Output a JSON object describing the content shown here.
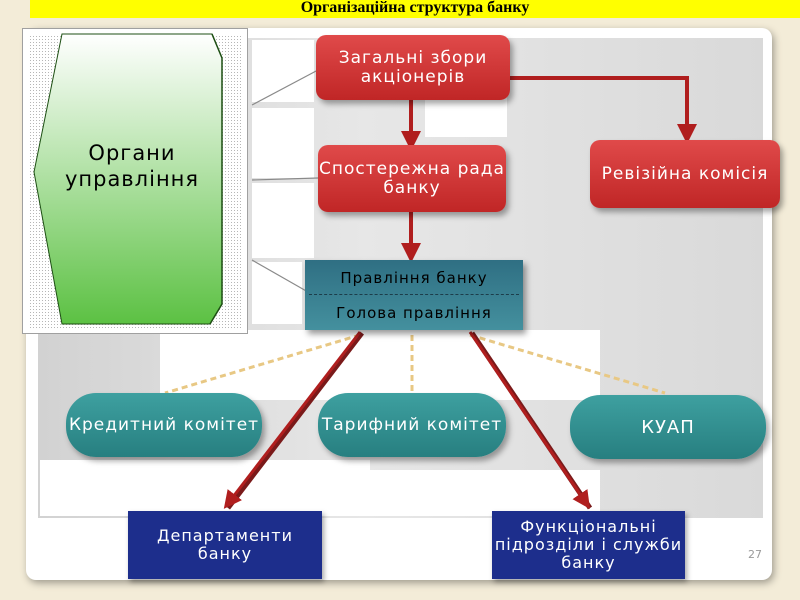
{
  "slide": {
    "title": "Організаційна структура банку",
    "page_number": "27"
  },
  "organs": {
    "label": "Органи управління",
    "colors": {
      "top": "#ffffff",
      "bottom": "#5cc143"
    }
  },
  "nodes": {
    "shareholders": "Загальні збори акціонерів",
    "supervisory": "Спостережна рада банку",
    "audit": "Ревізійна комісія",
    "board": "Правління банку",
    "chair": "Голова правління",
    "credit": "Кредитний комітет",
    "tariff": "Тарифний комітет",
    "kuap": "КУАП",
    "departments": "Департаменти банку",
    "functional": "Функціональні підрозділи і служби банку"
  },
  "colors": {
    "red_box": "#c9302c",
    "teal_box": "#2e8b8b",
    "navy_box": "#1d2e8c",
    "arrow_red": "#b01e1e",
    "dashed_line": "#e8c884",
    "title_bg": "#ffff00"
  }
}
